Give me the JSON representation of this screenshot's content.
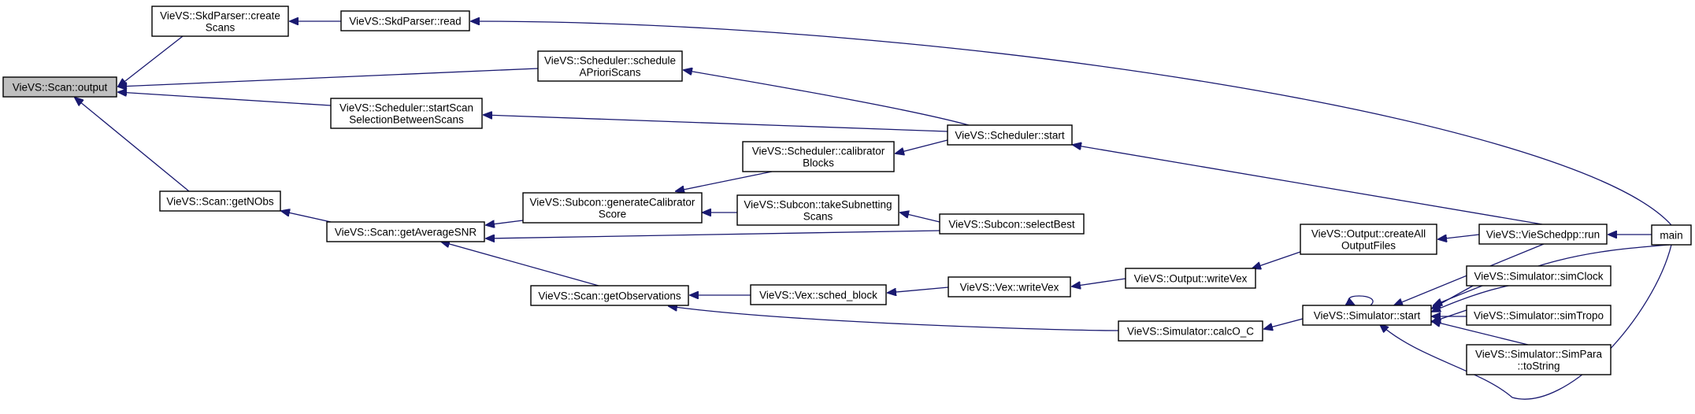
{
  "graph": {
    "nodes": [
      {
        "id": "scan_output",
        "lines": [
          "VieVS::Scan::output"
        ],
        "root": true
      },
      {
        "id": "skd_create",
        "lines": [
          "VieVS::SkdParser::create",
          "Scans"
        ]
      },
      {
        "id": "skd_read",
        "lines": [
          "VieVS::SkdParser::read"
        ]
      },
      {
        "id": "sched_apriori",
        "lines": [
          "VieVS::Scheduler::schedule",
          "APrioriScans"
        ]
      },
      {
        "id": "sched_startscan",
        "lines": [
          "VieVS::Scheduler::startScan",
          "SelectionBetweenScans"
        ]
      },
      {
        "id": "sched_start",
        "lines": [
          "VieVS::Scheduler::start"
        ]
      },
      {
        "id": "sched_calib",
        "lines": [
          "VieVS::Scheduler::calibrator",
          "Blocks"
        ]
      },
      {
        "id": "scan_getnobs",
        "lines": [
          "VieVS::Scan::getNObs"
        ]
      },
      {
        "id": "scan_avgsnr",
        "lines": [
          "VieVS::Scan::getAverageSNR"
        ]
      },
      {
        "id": "sub_gencalib",
        "lines": [
          "VieVS::Subcon::generateCalibrator",
          "Score"
        ]
      },
      {
        "id": "sub_takesubnet",
        "lines": [
          "VieVS::Subcon::takeSubnetting",
          "Scans"
        ]
      },
      {
        "id": "sub_selectbest",
        "lines": [
          "VieVS::Subcon::selectBest"
        ]
      },
      {
        "id": "scan_getobs",
        "lines": [
          "VieVS::Scan::getObservations"
        ]
      },
      {
        "id": "vex_schedblock",
        "lines": [
          "VieVS::Vex::sched_block"
        ]
      },
      {
        "id": "vex_writevex",
        "lines": [
          "VieVS::Vex::writeVex"
        ]
      },
      {
        "id": "out_writevex",
        "lines": [
          "VieVS::Output::writeVex"
        ]
      },
      {
        "id": "out_createall",
        "lines": [
          "VieVS::Output::createAll",
          "OutputFiles"
        ]
      },
      {
        "id": "vsched_run",
        "lines": [
          "VieVS::VieSchedpp::run"
        ]
      },
      {
        "id": "main",
        "lines": [
          "main"
        ]
      },
      {
        "id": "sim_calcoc",
        "lines": [
          "VieVS::Simulator::calcO_C"
        ]
      },
      {
        "id": "sim_start",
        "lines": [
          "VieVS::Simulator::start"
        ]
      },
      {
        "id": "sim_clock",
        "lines": [
          "VieVS::Simulator::simClock"
        ]
      },
      {
        "id": "sim_tropo",
        "lines": [
          "VieVS::Simulator::simTropo"
        ]
      },
      {
        "id": "sim_para",
        "lines": [
          "VieVS::Simulator::SimPara",
          "::toString"
        ]
      }
    ]
  }
}
